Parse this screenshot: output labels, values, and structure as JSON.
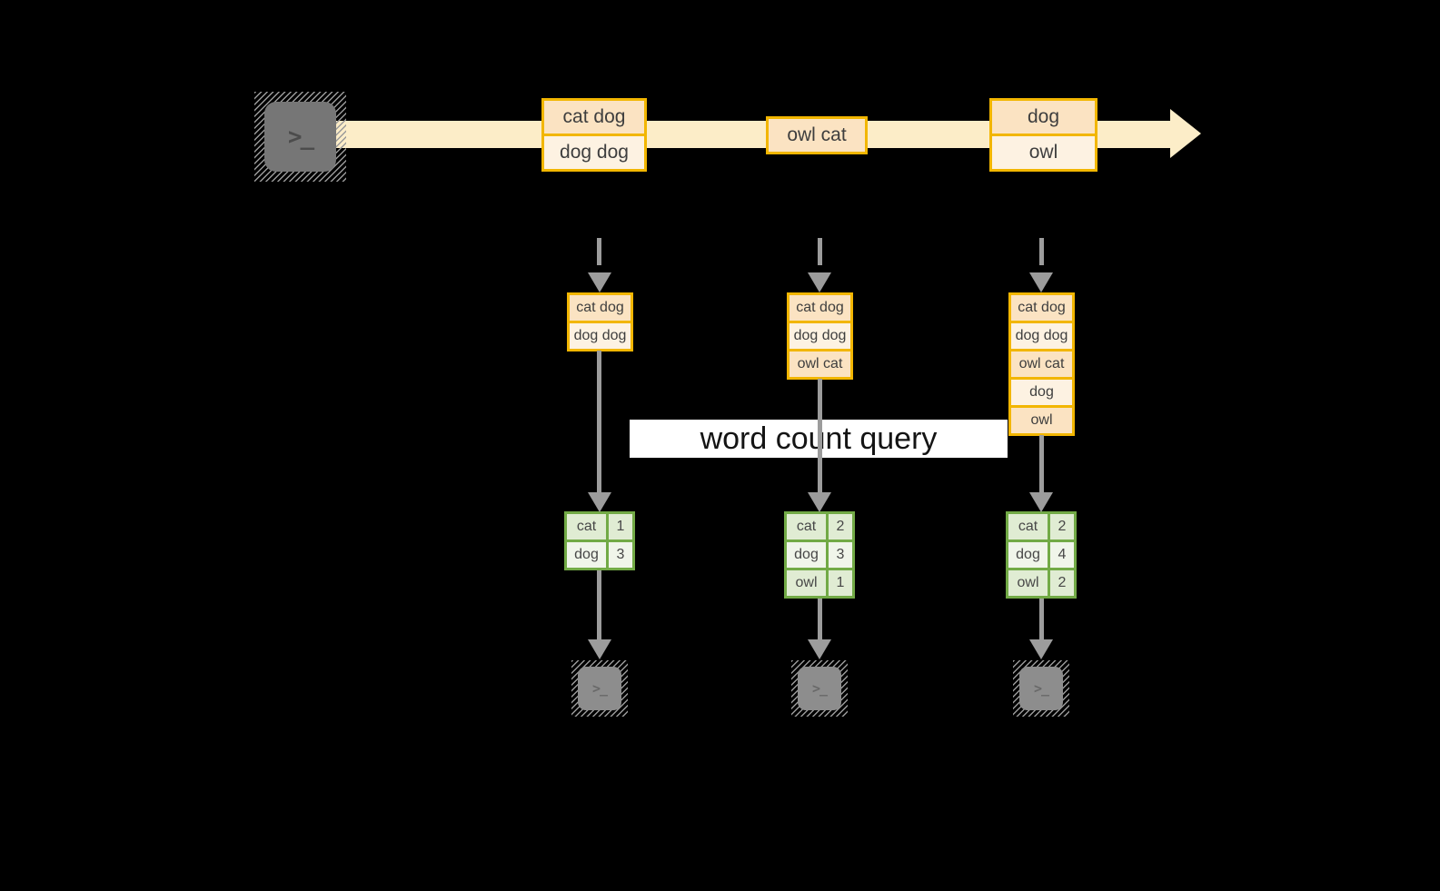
{
  "stream": {
    "boxes": [
      {
        "rows": [
          "cat dog",
          "dog dog"
        ]
      },
      {
        "rows": [
          "owl cat"
        ]
      },
      {
        "rows": [
          "dog",
          "owl"
        ]
      }
    ]
  },
  "query_banner": {
    "label": "word count query"
  },
  "columns": [
    {
      "buffer": [
        "cat dog",
        "dog dog"
      ],
      "counts": [
        {
          "word": "cat",
          "count": "1"
        },
        {
          "word": "dog",
          "count": "3"
        }
      ]
    },
    {
      "buffer": [
        "cat dog",
        "dog dog",
        "owl cat"
      ],
      "counts": [
        {
          "word": "cat",
          "count": "2"
        },
        {
          "word": "dog",
          "count": "3"
        },
        {
          "word": "owl",
          "count": "1"
        }
      ]
    },
    {
      "buffer": [
        "cat dog",
        "dog dog",
        "owl cat",
        "dog",
        "owl"
      ],
      "counts": [
        {
          "word": "cat",
          "count": "2"
        },
        {
          "word": "dog",
          "count": "4"
        },
        {
          "word": "owl",
          "count": "2"
        }
      ]
    }
  ],
  "terminal": {
    "prompt_glyph": ">_"
  },
  "colors": {
    "background": "#000000",
    "band": "#fcedc8",
    "gold": "#f2b600",
    "peach_dark": "#fbe3c2",
    "peach_light": "#fdf2e2",
    "green_border": "#72aa46",
    "green_dark": "#e0ecd3",
    "green_light": "#f0f5ea",
    "arrow_gray": "#9c9c9c"
  }
}
